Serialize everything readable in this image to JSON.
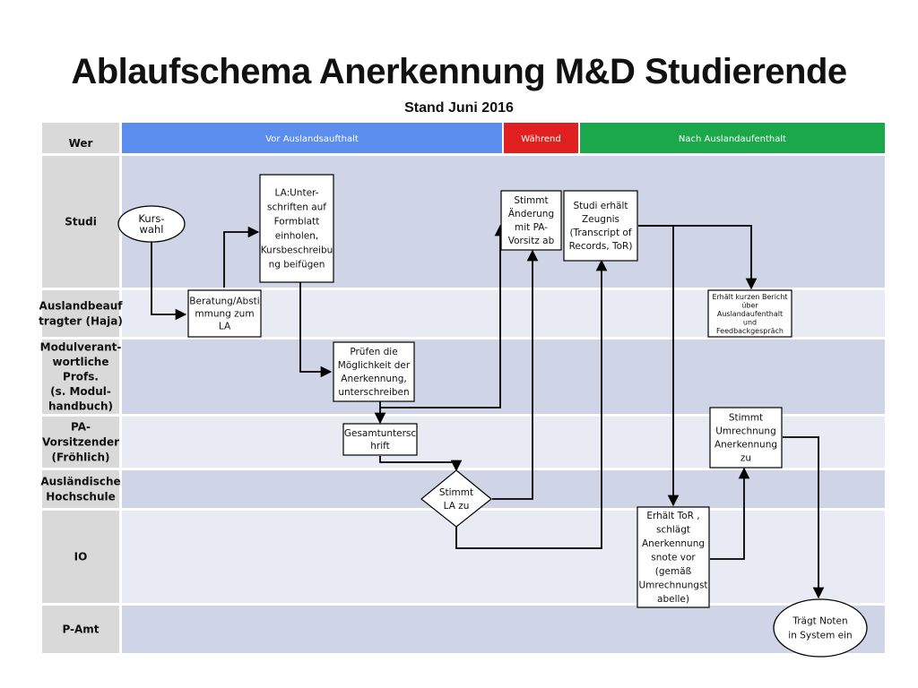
{
  "title": "Ablaufschema Anerkennung M&D Studierende",
  "subtitle": "Stand Juni 2016",
  "colors": {
    "header_grey": "#d9d9d9",
    "lane_dark": "#cfd5e6",
    "lane_light": "#e8ebf3",
    "phase_before": "#5b8def",
    "phase_during": "#e02020",
    "phase_after": "#1aa84a",
    "box_fill": "#ffffff",
    "line": "#000000"
  },
  "header": {
    "wer": "Wer",
    "phases": [
      "Vor Auslandsaufthalt",
      "Während",
      "Nach Auslandaufenthalt"
    ]
  },
  "lanes": [
    [
      "Studi"
    ],
    [
      "Auslandbeauf",
      "tragter (Haja)"
    ],
    [
      "Modulverant-",
      "wortliche",
      "Profs.",
      "(s. Modul-",
      "handbuch)"
    ],
    [
      "PA-",
      "Vorsitzender",
      "(Fröhlich)"
    ],
    [
      "Ausländische",
      "Hochschule"
    ],
    [
      "IO"
    ],
    [
      "P-Amt"
    ]
  ],
  "nodes": {
    "kurswahl": [
      "Kurs-",
      "wahl"
    ],
    "beratung": [
      "Beratung/Absti",
      "mmung zum",
      "LA"
    ],
    "la_unterschriften": [
      "LA:Unter-",
      "schriften auf",
      "Formblatt",
      "einholen,",
      "Kursbeschreibu",
      "ng beifügen"
    ],
    "pruefen": [
      "Prüfen die",
      "Möglichkeit der",
      "Anerkennung,",
      "unterschreiben"
    ],
    "gesamtunterschrift": [
      "Gesamtuntersc",
      "hrift"
    ],
    "stimmt_la": [
      "Stimmt",
      "LA zu"
    ],
    "stimmt_aenderung": [
      "Stimmt",
      "Änderung",
      "mit PA-",
      "Vorsitz ab"
    ],
    "studi_zeugnis": [
      "Studi erhält",
      "Zeugnis",
      "(Transcript of",
      "Records, ToR)"
    ],
    "bericht": [
      "Erhält kurzen Bericht",
      "über",
      "Auslandaufenthalt",
      "und",
      "Feedbackgespräch"
    ],
    "umrechnung": [
      "Stimmt",
      "Umrechnung",
      "Anerkennung",
      "zu"
    ],
    "erhaelt_tor": [
      "Erhält ToR ,",
      "schlägt",
      "Anerkennung",
      "snote vor",
      "(gemäß",
      "Umrechnungst",
      "abelle)"
    ],
    "noten": [
      "Trägt Noten",
      "in System ein"
    ]
  }
}
